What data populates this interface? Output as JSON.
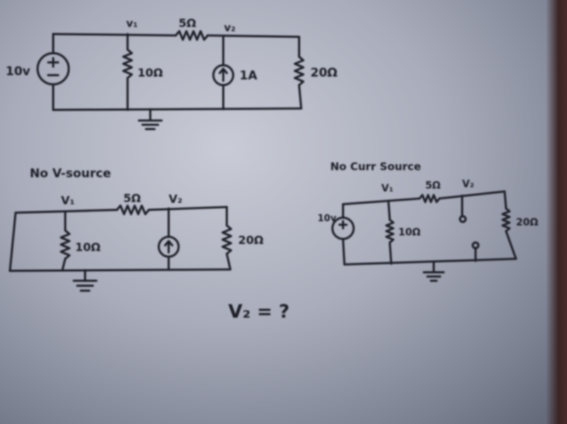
{
  "circuit1": {
    "source_label": "10v",
    "node1_label": "v₁",
    "node2_label": "v₂",
    "top_resistor_label": "5Ω",
    "shunt_resistor_label": "10Ω",
    "current_source_label": "1A",
    "right_resistor_label": "20Ω"
  },
  "circuit2": {
    "title": "No V-source",
    "node1_label": "V₁",
    "node2_label": "V₂",
    "top_resistor_label": "5Ω",
    "shunt_resistor_label": "10Ω",
    "right_resistor_label": "20Ω"
  },
  "circuit3": {
    "title": "No Curr Source",
    "source_label": "10v",
    "node1_label": "V₁",
    "node2_label": "V₂",
    "top_resistor_label": "5Ω",
    "shunt_resistor_label": "10Ω",
    "right_resistor_label": "20Ω"
  },
  "question": "V₂ = ?",
  "colors": {
    "ink": "#1d1e26",
    "paper": "#b9bcc8",
    "background": "#2a2f3a"
  }
}
